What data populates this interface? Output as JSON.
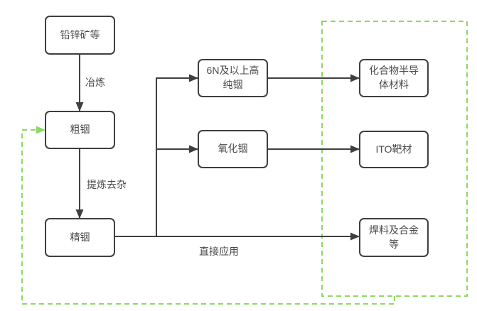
{
  "diagram": {
    "title": "indium-industry-chain-flowchart",
    "nodes": {
      "lead_zinc_ore": {
        "label": "铅锌矿等"
      },
      "crude_indium": {
        "label": "粗铟"
      },
      "refined_indium": {
        "label": "精铟"
      },
      "high_purity_indium": {
        "label": "6N及以上高\n纯铟"
      },
      "indium_oxide": {
        "label": "氧化铟"
      },
      "compound_semiconductor": {
        "label": "化合物半导\n体材料"
      },
      "ito_target": {
        "label": "ITO靶材"
      },
      "solder_alloy": {
        "label": "焊料及合金\n等"
      }
    },
    "edge_labels": {
      "smelting": "冶炼",
      "refining": "提炼去杂",
      "direct_application": "直接应用"
    },
    "colors": {
      "box_border": "#3f3f3f",
      "arrow": "#3f3f3f",
      "text": "#4a4a4a",
      "highlight_green": "#8cd964",
      "background": "#ffffff"
    }
  }
}
